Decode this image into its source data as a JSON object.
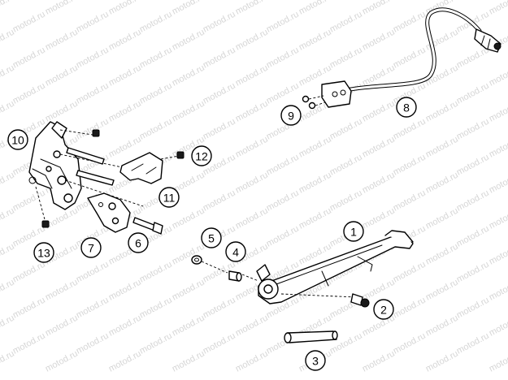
{
  "watermark": {
    "text": "motod.ru",
    "color": "#d6d6d6"
  },
  "callouts": [
    {
      "id": 1,
      "label": "1",
      "part": "side-stand-leg"
    },
    {
      "id": 2,
      "label": "2",
      "part": "pivot-bolt"
    },
    {
      "id": 3,
      "label": "3",
      "part": "spring-sleeve"
    },
    {
      "id": 4,
      "label": "4",
      "part": "spacer"
    },
    {
      "id": 5,
      "label": "5",
      "part": "nut"
    },
    {
      "id": 6,
      "label": "6",
      "part": "switch-bolt"
    },
    {
      "id": 7,
      "label": "7",
      "part": "mount-plate"
    },
    {
      "id": 8,
      "label": "8",
      "part": "switch-cable"
    },
    {
      "id": 9,
      "label": "9",
      "part": "screws"
    },
    {
      "id": 10,
      "label": "10",
      "part": "stand-bracket"
    },
    {
      "id": 11,
      "label": "11",
      "part": "bracket-plate"
    },
    {
      "id": 12,
      "label": "12",
      "part": "nut"
    },
    {
      "id": 13,
      "label": "13",
      "part": "nut"
    }
  ]
}
